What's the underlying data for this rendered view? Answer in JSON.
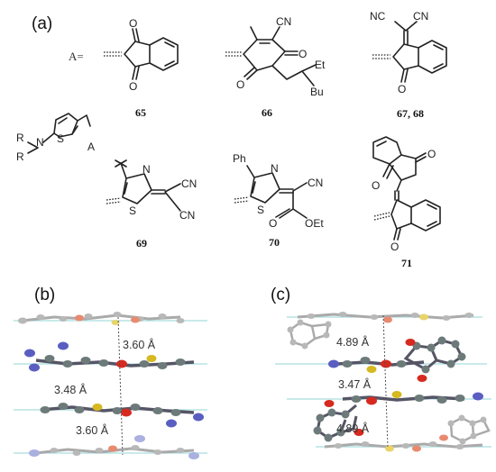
{
  "panels": {
    "a": "(a)",
    "b": "(b)",
    "c": "(c)"
  },
  "acceptor_label": "A=",
  "donor": {
    "r1": "R",
    "n": "N",
    "r2": "R",
    "s": "S",
    "a": "A"
  },
  "compounds": [
    {
      "id": "65",
      "label": "65"
    },
    {
      "id": "66",
      "label": "66"
    },
    {
      "id": "67-68",
      "label": "67, 68"
    },
    {
      "id": "69",
      "label": "69"
    },
    {
      "id": "70",
      "label": "70"
    },
    {
      "id": "71",
      "label": "71"
    }
  ],
  "atoms": {
    "o": "O",
    "cn": "CN",
    "nc": "NC",
    "et": "Et",
    "bu": "Bu",
    "ph": "Ph",
    "oet": "OEt",
    "n": "N",
    "s": "S"
  },
  "distances_b": [
    "3.60 Å",
    "3.48 Å",
    "3.60 Å"
  ],
  "distances_c": [
    "4.89 Å",
    "3.47 Å",
    "4.89 Å"
  ],
  "colors": {
    "carbon": "#6d7a7a",
    "carbon_light": "#b5b5b5",
    "nitrogen": "#5a5ec0",
    "oxygen": "#d62a20",
    "sulfur": "#d6b820",
    "plane": "#a9dede",
    "distance_line": "#555555"
  }
}
